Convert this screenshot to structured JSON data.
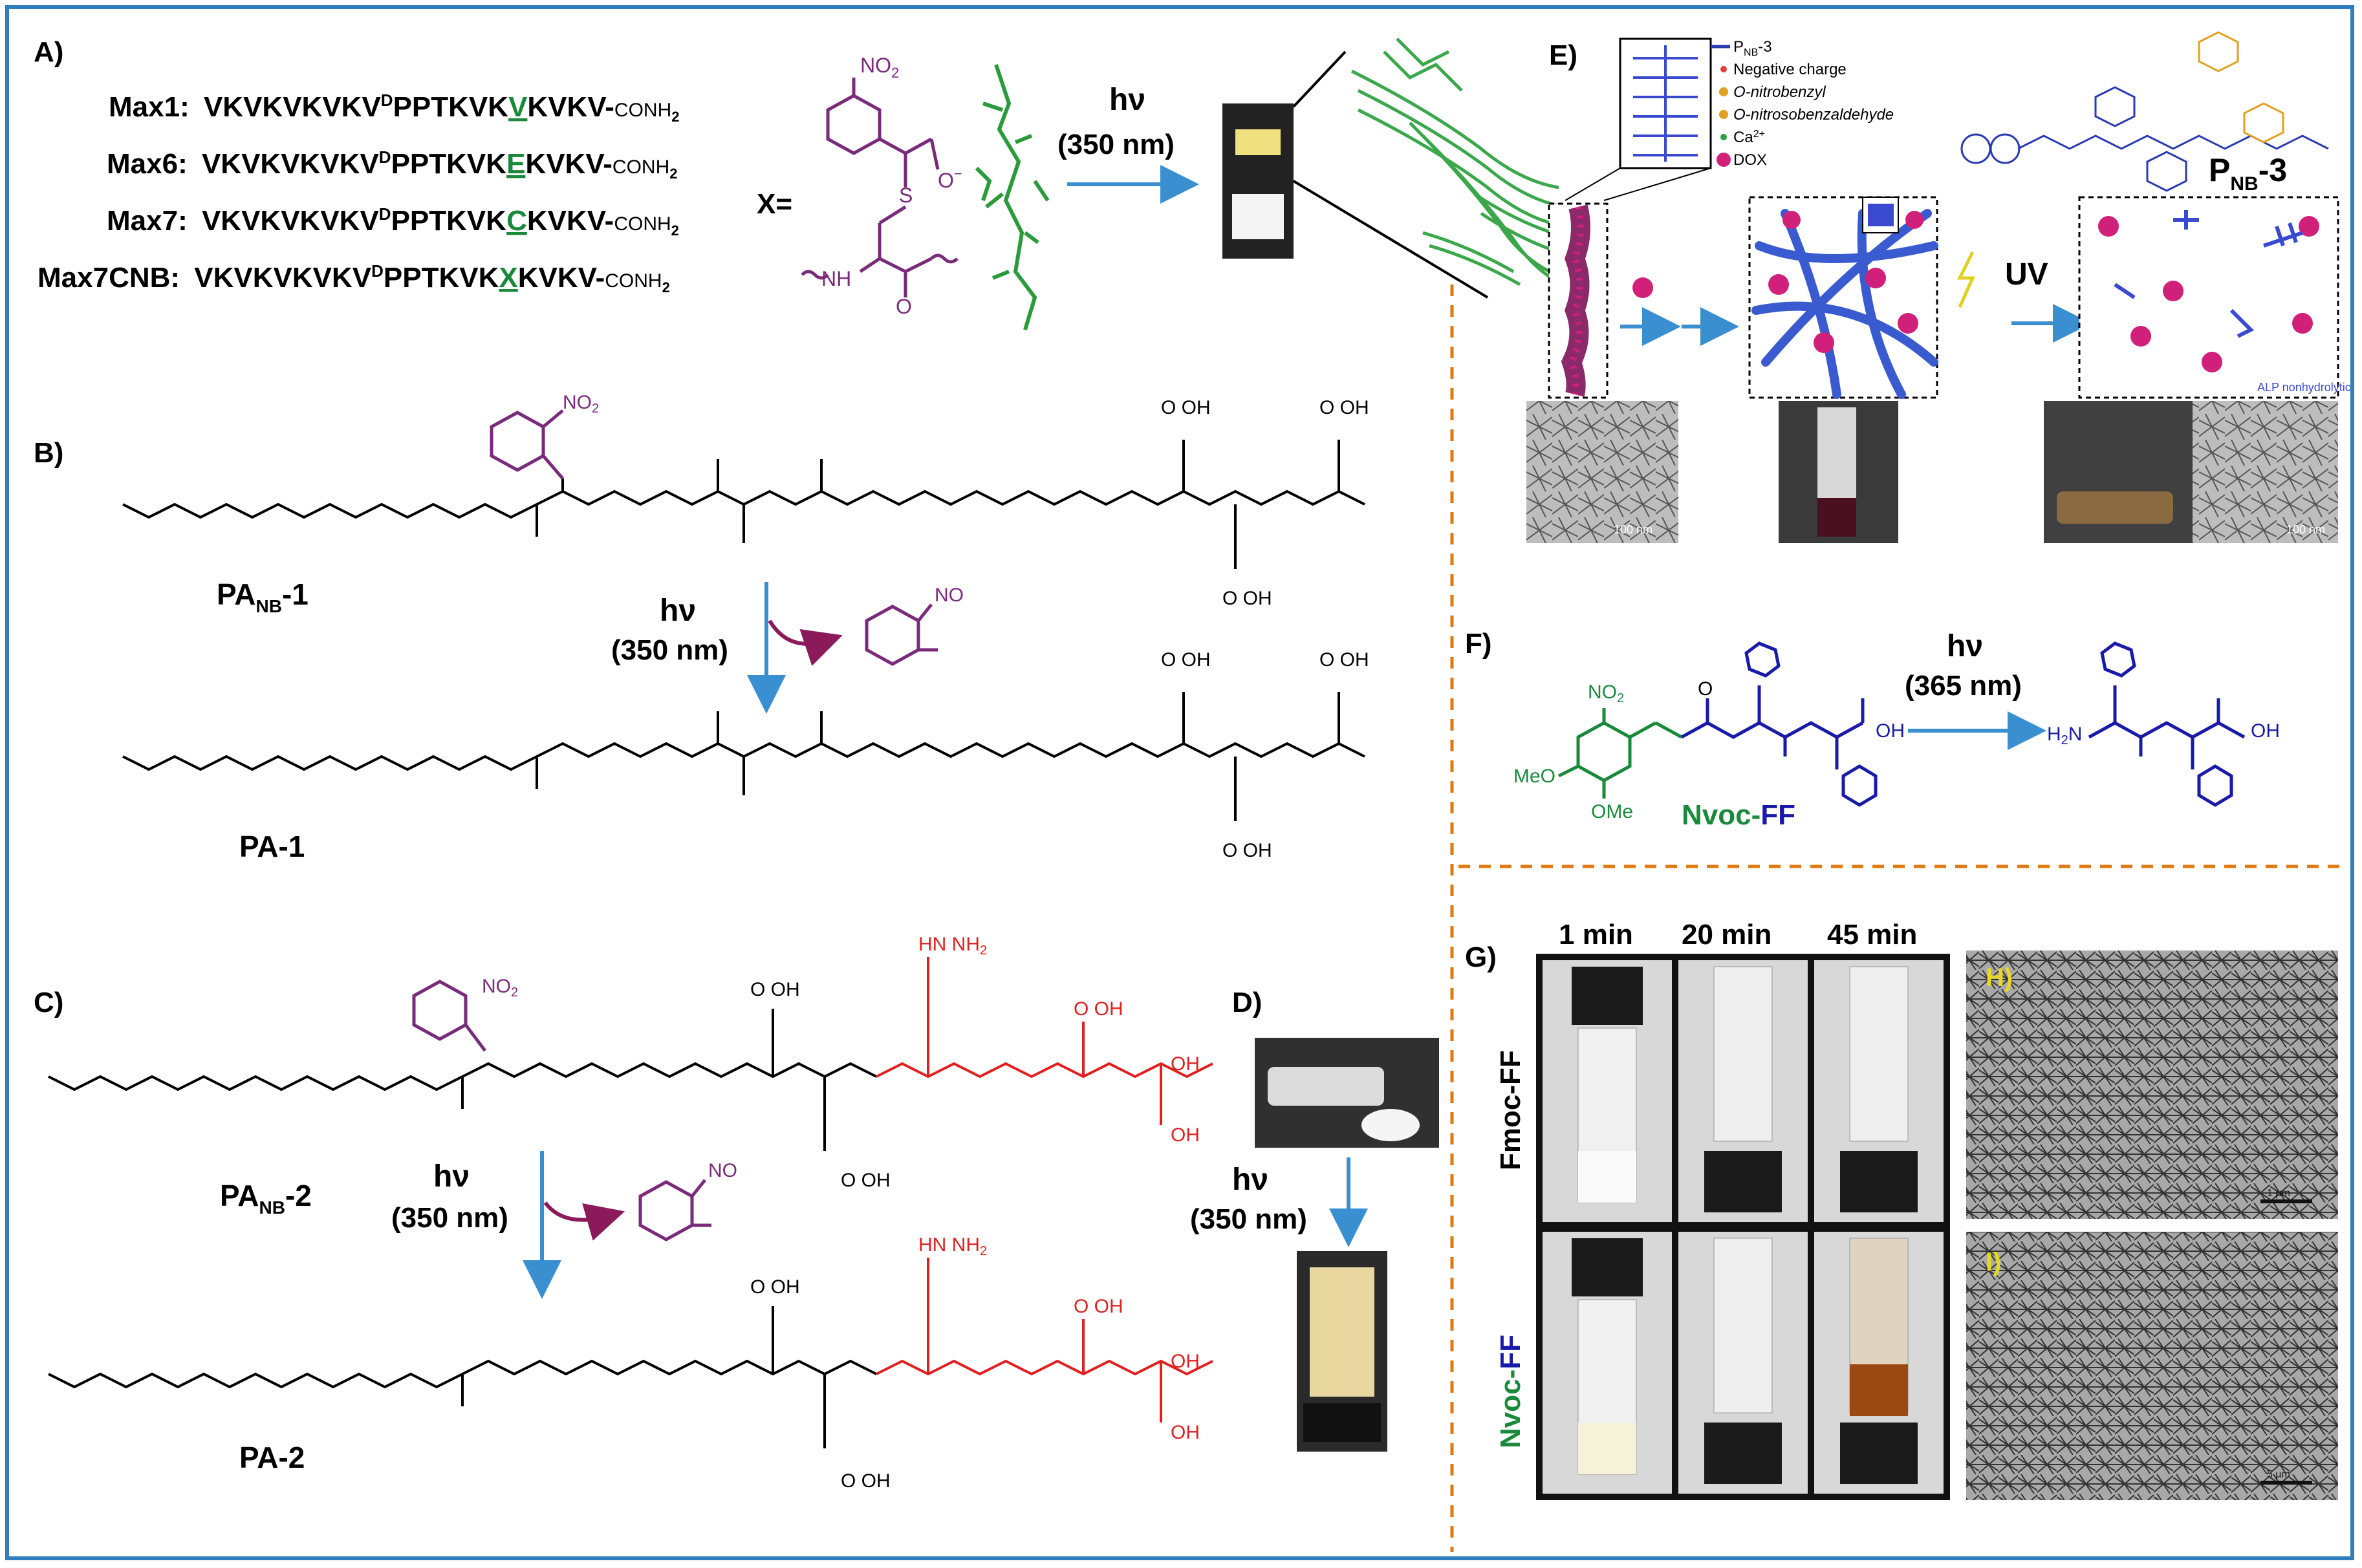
{
  "colors": {
    "border": "#2f7fc0",
    "purple": "#7a2a7a",
    "green": "#1a8a3a",
    "blue": "#1a1aa8",
    "red": "#e02020",
    "orange": "#e07a10",
    "arrow": "#3a8fd0"
  },
  "panelA": {
    "label": "A)",
    "peptides": [
      {
        "name": "Max1:",
        "pre": "VKVKVKVKV",
        "sup": "D",
        "mid": "PPTKVK",
        "x": "V",
        "post": "KVKV-",
        "tail": "CONH",
        "sub": "2"
      },
      {
        "name": "Max6:",
        "pre": "VKVKVKVKV",
        "sup": "D",
        "mid": "PPTKVK",
        "x": "E",
        "post": "KVKV-",
        "tail": "CONH",
        "sub": "2"
      },
      {
        "name": "Max7:",
        "pre": "VKVKVKVKV",
        "sup": "D",
        "mid": "PPTKVK",
        "x": "C",
        "post": "KVKV-",
        "tail": "CONH",
        "sub": "2"
      },
      {
        "name": "Max7CNB:",
        "pre": "VKVKVKVKV",
        "sup": "D",
        "mid": "PPTKVK",
        "x": "X",
        "post": "KVKV-",
        "tail": "CONH",
        "sub": "2"
      }
    ],
    "x_eq": "X=",
    "hv": "hν",
    "nm": "(350 nm)",
    "no2": "NO",
    "no2sub": "2",
    "nh": "NH",
    "o_minus": "O",
    "s": "S",
    "o": "O"
  },
  "panelB": {
    "label": "B)",
    "pa_nb": "PA",
    "pa_nb_sub": "NB",
    "pa_nb_suffix": "-1",
    "pa": "PA-1",
    "hv": "hν",
    "nm": "(350 nm)",
    "oh": "OH",
    "no": "NO"
  },
  "panelC": {
    "label": "C)",
    "pa_nb": "PA",
    "pa_nb_sub": "NB",
    "pa_nb_suffix": "-2",
    "pa": "PA-2",
    "hv": "hν",
    "nm": "(350 nm)",
    "nh2": "NH",
    "hn": "HN",
    "oh": "OH"
  },
  "panelD": {
    "label": "D)",
    "hv": "hν",
    "nm": "(350 nm)"
  },
  "panelE": {
    "label": "E)",
    "legend": [
      {
        "text": "P",
        "sub": "NB",
        "suffix": "-3",
        "color": "#2a3ab0"
      },
      {
        "text": "Negative charge",
        "color": "#e04040"
      },
      {
        "text": "O-nitrobenzyl",
        "color": "#e0a020"
      },
      {
        "text": "O-nitrosobenzaldehyde",
        "color": "#e0a020"
      },
      {
        "text": "Ca",
        "sup": "2+",
        "color": "#2aa040"
      },
      {
        "text": "DOX",
        "color": "#d0207a"
      }
    ],
    "uv": "UV",
    "title": "P",
    "title_sub": "NB",
    "title_suffix": "-3",
    "alp": "ALP nonhydrolytic",
    "scale1": "100 nm",
    "scale2": "100 nm"
  },
  "panelF": {
    "label": "F)",
    "hv": "hν",
    "nm": "(365 nm)",
    "no2": "NO",
    "meo": "MeO",
    "ome": "OMe",
    "nvoc": "Nvoc-",
    "ff": "FF",
    "h2n": "H",
    "oh": "OH",
    "o": "O"
  },
  "panelG": {
    "label": "G)",
    "times": [
      "1 min",
      "20 min",
      "45 min"
    ],
    "rows": [
      {
        "a": "Fmoc-",
        "b": "FF",
        "ca": "#000000",
        "cb": "#000000"
      },
      {
        "a": "Nvoc-",
        "b": "FF",
        "ca": "#1a8a3a",
        "cb": "#1a1aa8"
      }
    ]
  },
  "panelH": {
    "label": "H)",
    "scale": "1 µm"
  },
  "panelI": {
    "label": "I)",
    "scale": "5 µm"
  }
}
